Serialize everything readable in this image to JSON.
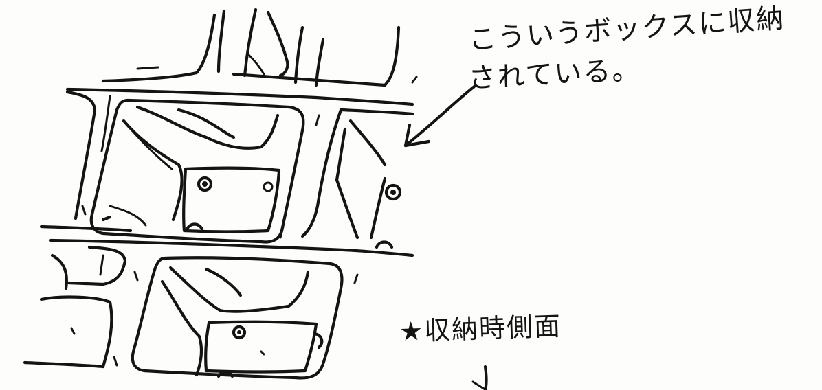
{
  "notes": {
    "storage_line_1": "こういうボックスに収納",
    "storage_line_2": "されている。",
    "side_view": "★収納時側面"
  },
  "colors": {
    "ink": "#141414",
    "paper": "#fdfdfb"
  }
}
